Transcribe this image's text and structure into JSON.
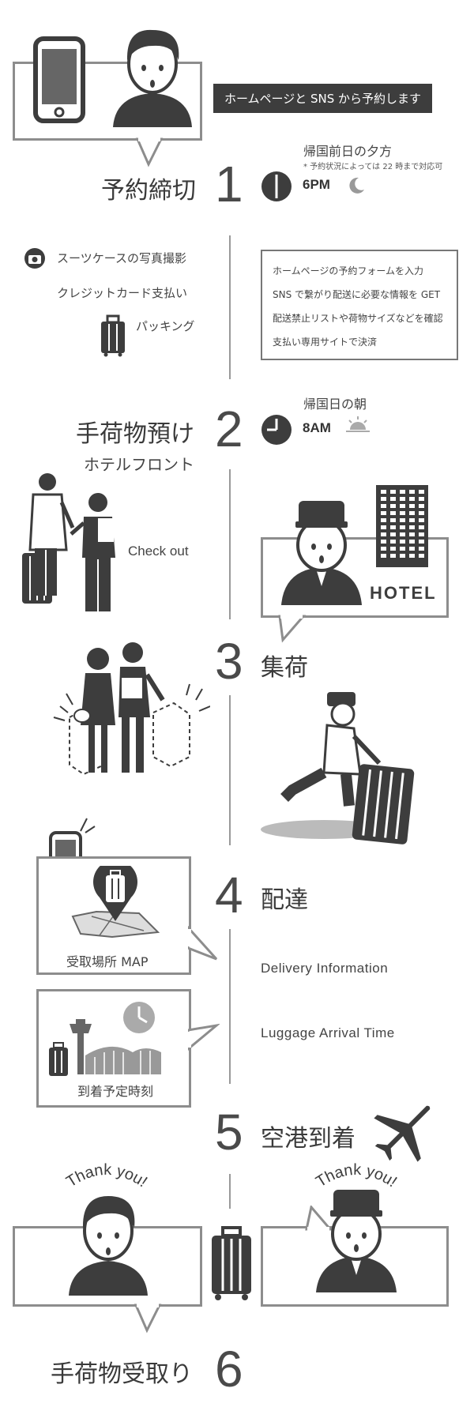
{
  "banner": {
    "text": "ホームページと SNS から予約します"
  },
  "step1": {
    "number": "1",
    "title": "予約締切",
    "time_caption": "帰国前日の夕方",
    "note": "* 予約状況によっては 22 時まで対応可",
    "time": "6PM",
    "icon_clock": "clock-icon",
    "icon_moon": "moon-icon"
  },
  "left_list": {
    "items": [
      "スーツケースの写真撮影",
      "クレジットカード支払い",
      "パッキング"
    ],
    "icons": [
      "camera-icon",
      "suitcase-icon"
    ]
  },
  "right_box": {
    "items": [
      "ホームページの予約フォームを入力",
      "SNS で繋がり配送に必要な情報を GET",
      "配送禁止リストや荷物サイズなどを確認",
      "支払い専用サイトで決済"
    ]
  },
  "step2": {
    "number": "2",
    "title": "手荷物預け",
    "subtitle": "ホテルフロント",
    "time_caption": "帰国日の朝",
    "time": "8AM",
    "icon_clock": "clock-icon",
    "icon_sun": "sunrise-icon",
    "checkout": "Check out",
    "hotel_sign": "HOTEL"
  },
  "step3": {
    "number": "3",
    "title": "集荷"
  },
  "step4": {
    "number": "4",
    "title": "配達",
    "map_caption": "受取場所 MAP",
    "arrival_caption": "到着予定時刻",
    "info1": "Delivery Information",
    "info2": "Luggage Arrival Time"
  },
  "step5": {
    "number": "5",
    "title": "空港到着",
    "icon": "airplane-icon"
  },
  "step6": {
    "number": "6",
    "title": "手荷物受取り",
    "thanks_left": "Thank you!",
    "thanks_right": "Thank you!"
  }
}
